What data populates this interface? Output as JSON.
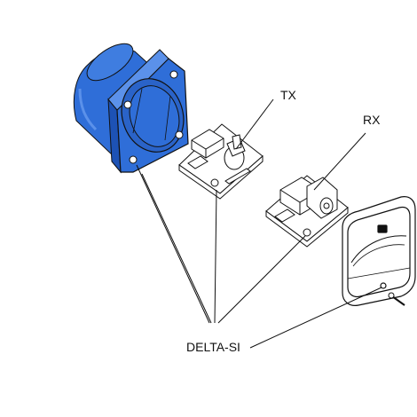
{
  "labels": {
    "tx": "TX",
    "rx": "RX",
    "delta_si": "DELTA-SI"
  },
  "colors": {
    "housing": "#2f6ed8",
    "housing_dark": "#1d52b5",
    "housing_light": "#5b91ea",
    "line": "#111111",
    "background": "#ffffff"
  },
  "icons": {
    "housing": "cylindrical-mounting-housing",
    "tx_board": "transmitter-pcb",
    "rx_board": "receiver-pcb",
    "cover": "protective-cover",
    "screw": "screw"
  }
}
